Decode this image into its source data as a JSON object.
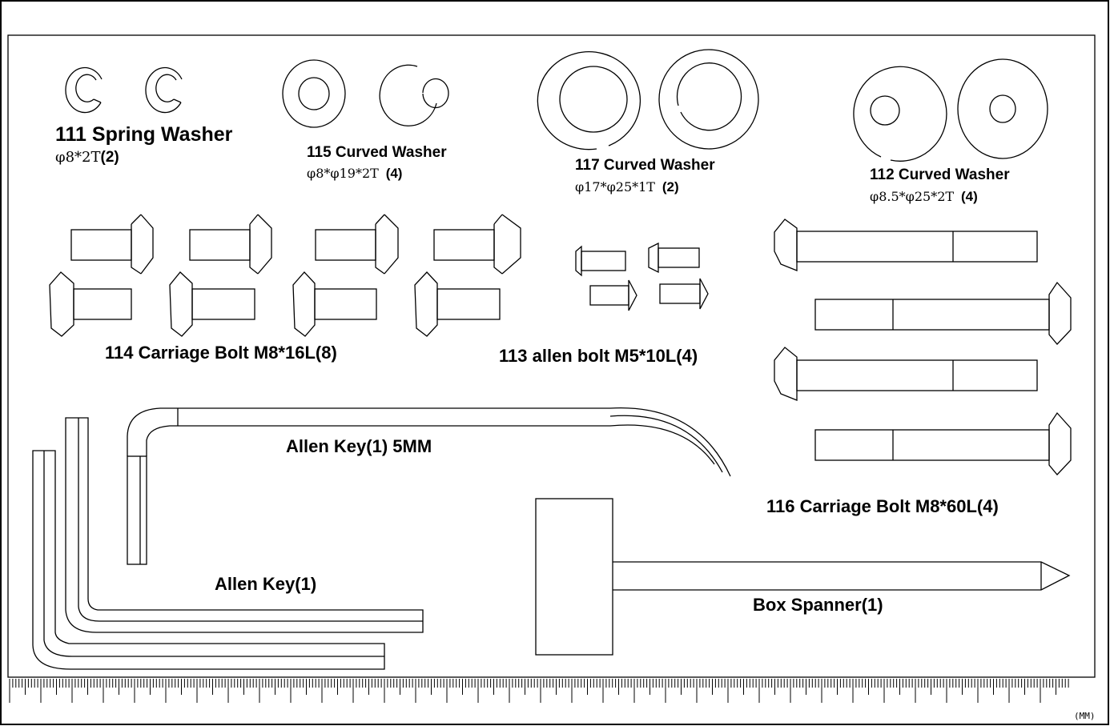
{
  "parts": {
    "p111": {
      "title": "111 Spring Washer",
      "spec": "φ8*2T",
      "count": "(2)"
    },
    "p115": {
      "title": "115 Curved Washer",
      "spec": "φ8*φ19*2T",
      "count": "(4)"
    },
    "p117": {
      "title": "117 Curved Washer",
      "spec": "φ17*φ25*1T",
      "count": "(2)"
    },
    "p112": {
      "title": "112 Curved Washer",
      "spec": "φ8.5*φ25*2T",
      "count": "(4)"
    },
    "p114": {
      "title": "114 Carriage Bolt  M8*16L(8)"
    },
    "p113": {
      "title": "113 allen bolt  M5*10L(4)"
    },
    "p116": {
      "title": "116 Carriage Bolt  M8*60L(4)"
    },
    "allen5": {
      "title": "Allen Key(1) 5MM"
    },
    "allen": {
      "title": "Allen Key(1)"
    },
    "spanner": {
      "title": "Box Spanner(1)"
    }
  },
  "ruler": {
    "unit": "(MM)"
  },
  "colors": {
    "line": "#000000",
    "background": "#ffffff"
  }
}
